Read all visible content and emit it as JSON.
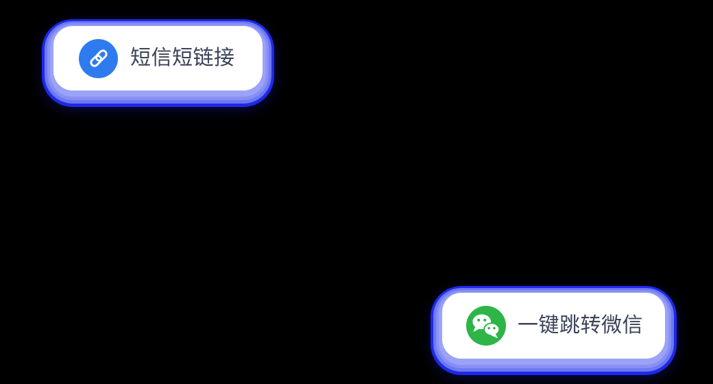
{
  "canvas": {
    "background_color": "#000000"
  },
  "badges": [
    {
      "id": "sms-short-link",
      "label": "短信短链接",
      "icon": "link-icon",
      "icon_bg_color": "#2E7BF0",
      "icon_glyph_color": "#FFFFFF",
      "pill_bg_color": "#FFFFFF",
      "text_color": "#3B4358",
      "glow_inner_color": "#9BA3F7",
      "glow_mid_color": "#6E78F1",
      "glow_edge_color": "#1D29E9"
    },
    {
      "id": "wechat-jump",
      "label": "一键跳转微信",
      "icon": "wechat-icon",
      "icon_bg_color": "#2DB548",
      "icon_glyph_color": "#FFFFFF",
      "pill_bg_color": "#FFFFFF",
      "text_color": "#3B4358",
      "glow_inner_color": "#9BA3F7",
      "glow_mid_color": "#6E78F1",
      "glow_edge_color": "#1D29E9"
    }
  ]
}
